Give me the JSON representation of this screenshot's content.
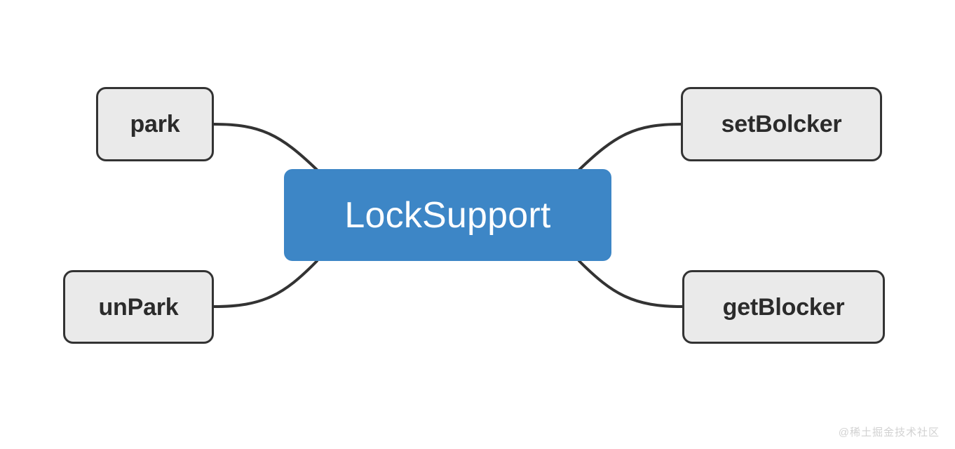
{
  "diagram": {
    "type": "mind-map",
    "background_color": "#ffffff",
    "center": {
      "id": "center",
      "label": "LockSupport",
      "fill_color": "#3d86c6",
      "text_color": "#ffffff"
    },
    "leaves": [
      {
        "id": "park",
        "label": "park",
        "side": "left",
        "position": "top",
        "fill_color": "#eaeaea",
        "border_color": "#333333",
        "text_color": "#2b2b2b"
      },
      {
        "id": "unpark",
        "label": "unPark",
        "side": "left",
        "position": "bottom",
        "fill_color": "#eaeaea",
        "border_color": "#333333",
        "text_color": "#2b2b2b"
      },
      {
        "id": "setblocker",
        "label": "setBolcker",
        "side": "right",
        "position": "top",
        "fill_color": "#eaeaea",
        "border_color": "#333333",
        "text_color": "#2b2b2b"
      },
      {
        "id": "getblocker",
        "label": "getBlocker",
        "side": "right",
        "position": "bottom",
        "fill_color": "#eaeaea",
        "border_color": "#333333",
        "text_color": "#2b2b2b"
      }
    ],
    "connectors": {
      "stroke_color": "#333333",
      "stroke_width": 4,
      "style": "curved"
    }
  },
  "watermark": {
    "text": "@稀土掘金技术社区",
    "color": "#d2d2d2"
  }
}
